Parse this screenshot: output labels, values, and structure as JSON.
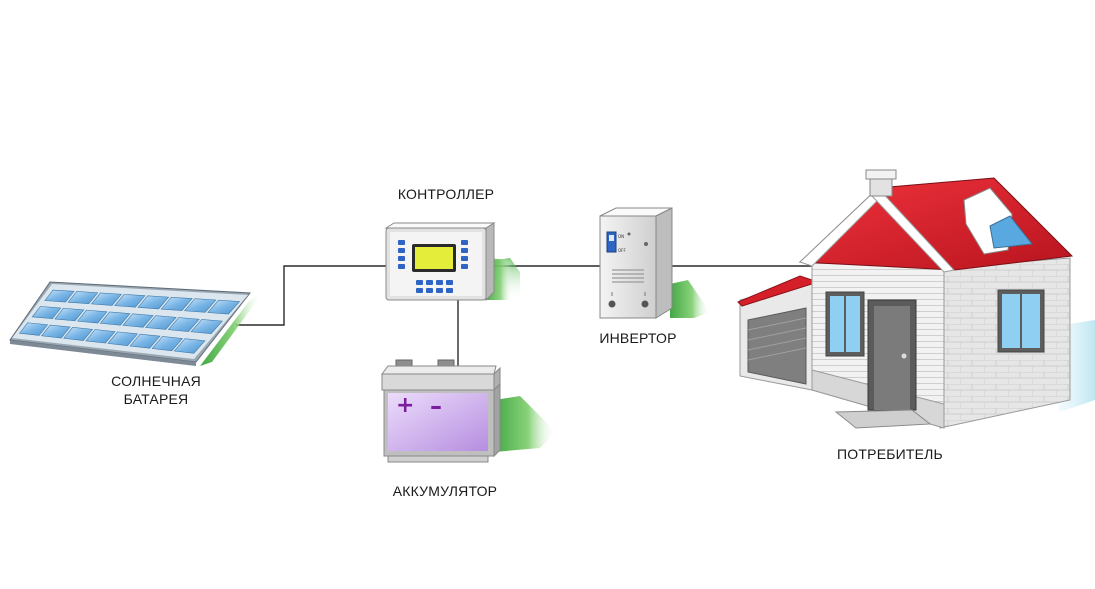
{
  "labels": {
    "controller": "КОНТРОЛЛЕР",
    "inverter": "ИНВЕРТОР",
    "solar_line1": "СОЛНЕЧНАЯ",
    "solar_line2": "БАТАРЕЯ",
    "battery": "АККУМУЛЯТОР",
    "consumer": "ПОТРЕБИТЕЛЬ"
  },
  "inverter_switch": {
    "on": "ON",
    "off": "OFF"
  },
  "icons": [
    "solar-panel-icon",
    "controller-icon",
    "battery-icon",
    "inverter-icon",
    "house-icon"
  ],
  "colors": {
    "shadow_green": "#3cae3c",
    "roof_red": "#d8202c",
    "panel_blue": "#78b4e4",
    "battery_purple": "#c8a6e6",
    "screen_yellow": "#e6ef3c",
    "wire": "#2a2a2a"
  }
}
